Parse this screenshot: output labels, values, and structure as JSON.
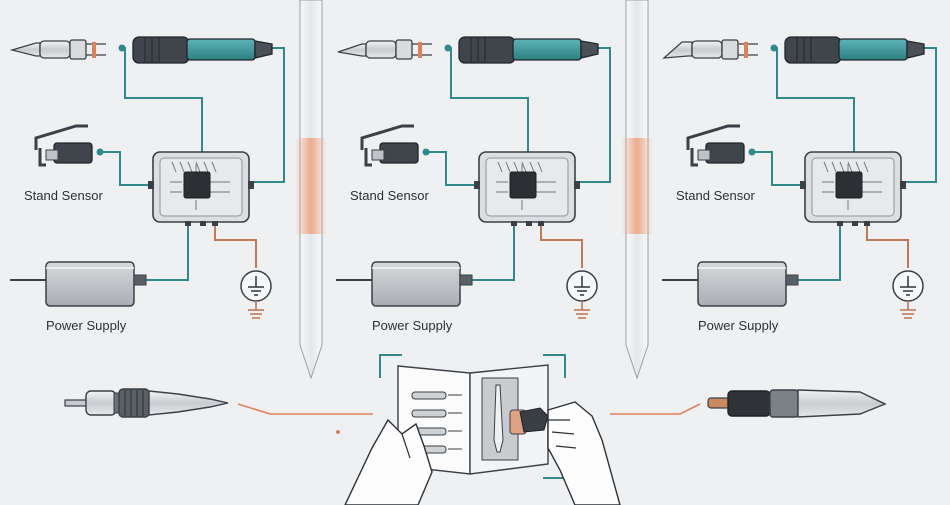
{
  "panels": [
    {
      "stand_label": "Stand Sensor",
      "power_label": "Power Supply",
      "tip_style": "round"
    },
    {
      "stand_label": "Stand Sensor",
      "power_label": "Power Supply",
      "tip_style": "chisel"
    },
    {
      "stand_label": "Stand Sensor",
      "power_label": "Power Supply",
      "tip_style": "bevel"
    }
  ],
  "colors": {
    "wire": "#2f8a8c",
    "ground_wire": "#c07a55",
    "accent_orange": "#e0805a",
    "divider_glow": "#f0a27c",
    "outline": "#3a4046",
    "device_fill": "#dcdfe2",
    "handle_teal": "#3d9a9c",
    "background": "#eef0f2"
  },
  "icons": [
    "soldering-tip-icon",
    "soldering-handle-icon",
    "microswitch-icon",
    "controller-chip-icon",
    "power-adapter-icon",
    "ground-symbol-icon",
    "manual-with-hands-icon"
  ]
}
